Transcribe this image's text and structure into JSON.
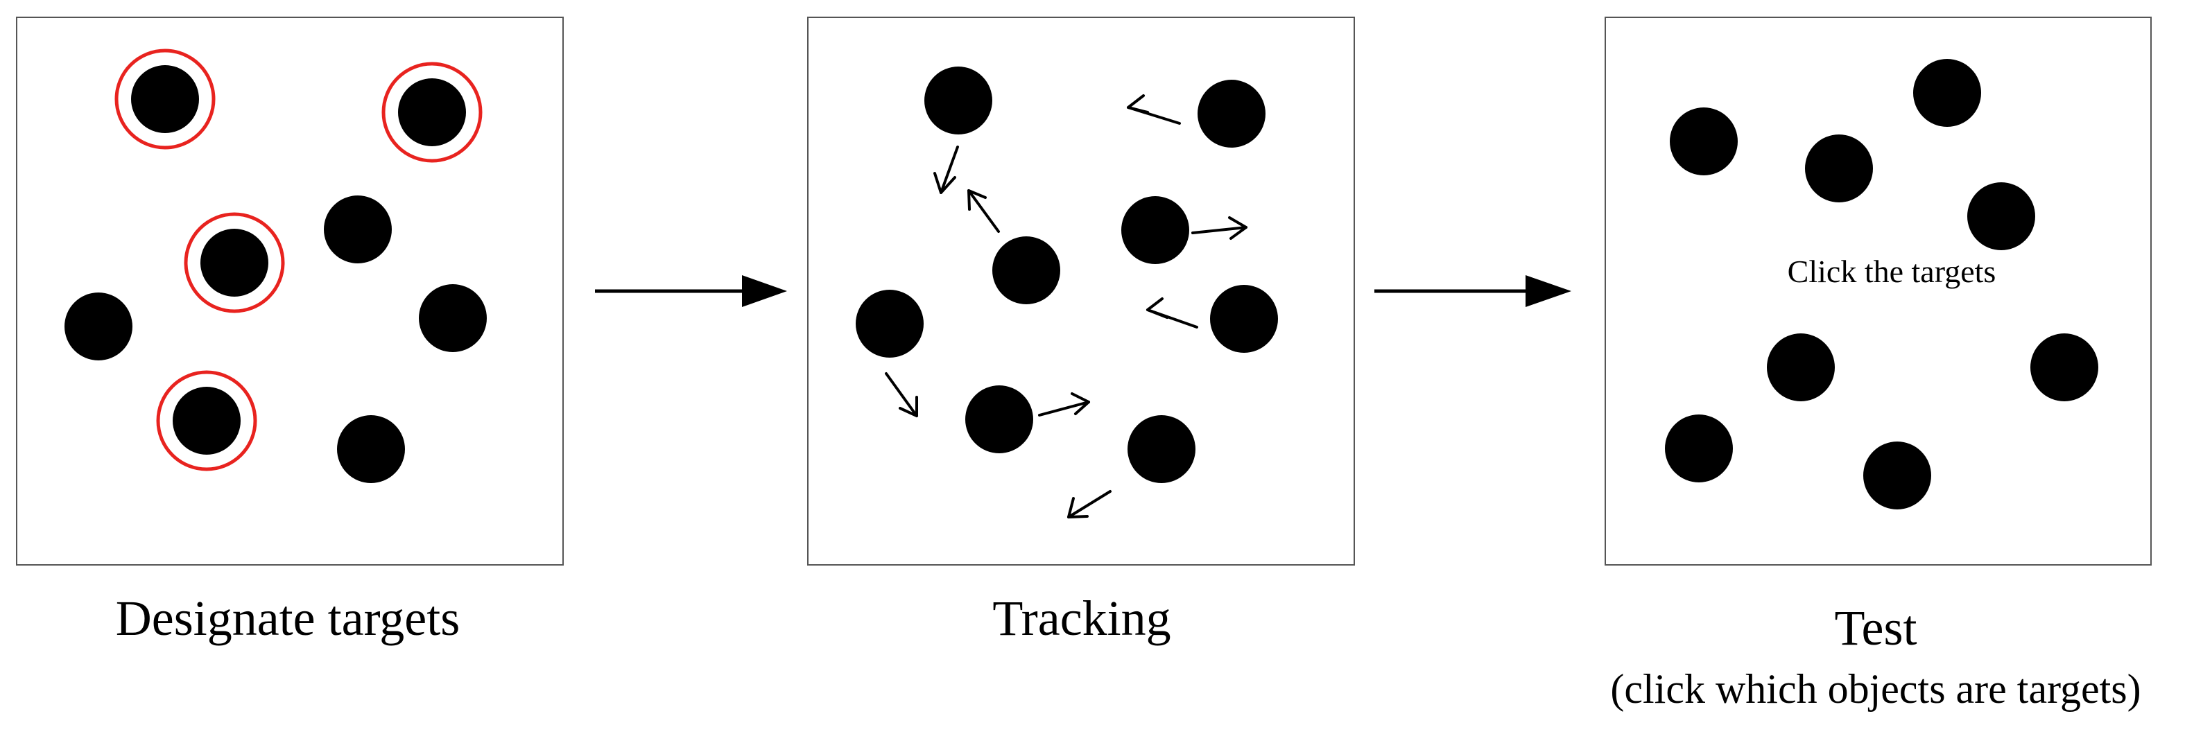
{
  "panels": {
    "designate": {
      "caption": "Designate targets"
    },
    "tracking": {
      "caption": "Tracking"
    },
    "test": {
      "caption": "Test",
      "subcaption": "(click which objects are targets)",
      "prompt": "Click the targets"
    }
  },
  "colors": {
    "object": "#000000",
    "target_ring": "#e8231f",
    "panel_border": "#555555",
    "arrow": "#000000"
  }
}
